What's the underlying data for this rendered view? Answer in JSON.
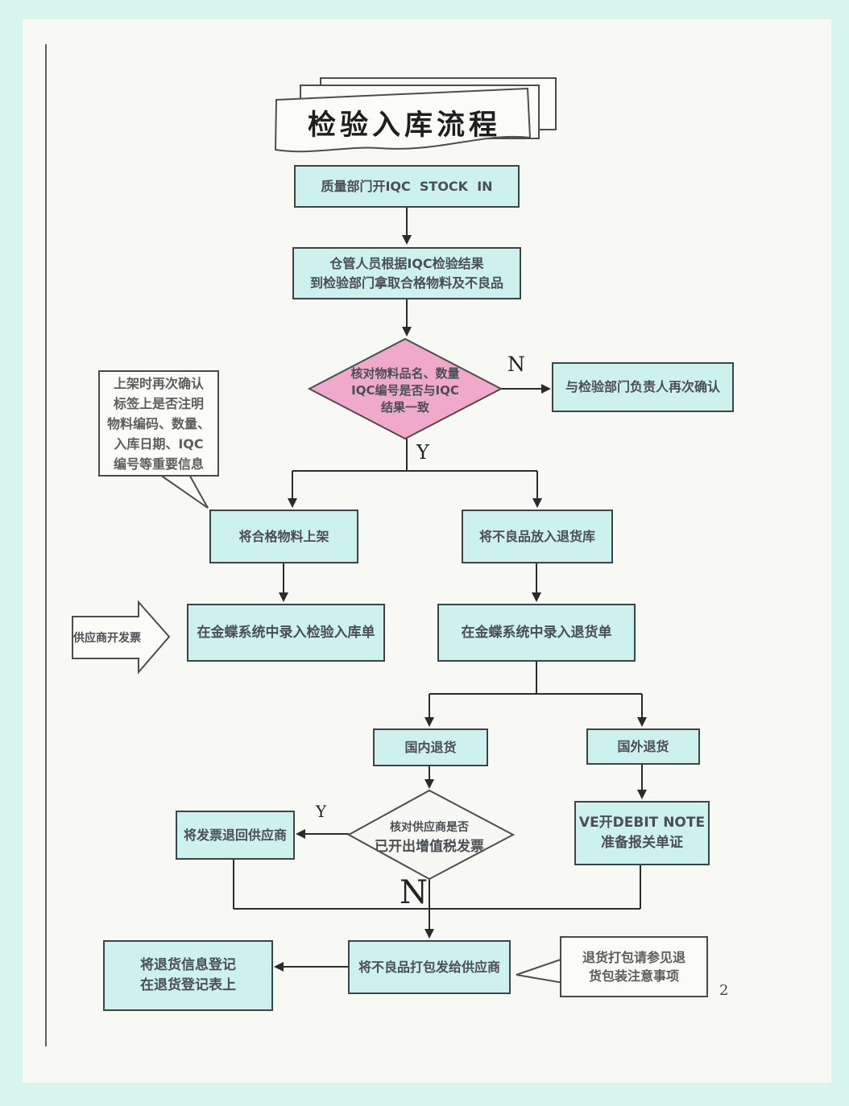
{
  "title": "检验入库流程",
  "page_number": "2",
  "colors": {
    "bg_mint": "#d8f6ed",
    "paper": "#f8f8f5",
    "box_fill": "#cdf1ed",
    "box_border": "#3d4449",
    "diamond_pink": "#f0a9ca",
    "line": "#2b2b2b"
  },
  "nodes": {
    "start": "质量部门开IQC  STOCK  IN",
    "fetch": {
      "line1": "仓管人员根据IQC检验结果",
      "line2": "到检验部门拿取合格物料及不良品"
    },
    "check1": {
      "line1": "核对物料品名、数量",
      "line2": "IQC编号是否与IQC",
      "line3": "结果一致"
    },
    "reconfirm": "与检验部门负责人再次确认",
    "note1": {
      "line1": "上架时再次确认",
      "line2": "标签上是否注明",
      "line3": "物料编码、数量、",
      "line4": "入库日期、IQC",
      "line5": "编号等重要信息"
    },
    "shelve": "将合格物料上架",
    "defect_store": "将不良品放入退货库",
    "supplier_invoice": "供应商开发票",
    "kingdee_in": "在金蝶系统中录入检验入库单",
    "kingdee_return": "在金蝶系统中录入退货单",
    "domestic": "国内退货",
    "foreign": "国外退货",
    "check2": {
      "line1": "核对供应商是否",
      "line2": "已开出增值税发票"
    },
    "return_invoice": "将发票退回供应商",
    "debit_note": {
      "line1": "VE开DEBIT NOTE",
      "line2": "准备报关单证"
    },
    "register": {
      "line1": "将退货信息登记",
      "line2": "在退货登记表上"
    },
    "pack": "将不良品打包发给供应商",
    "note2": {
      "line1": "退货打包请参见退",
      "line2": "货包装注意事项"
    }
  },
  "labels": {
    "n1": "N",
    "y1": "Y",
    "y2": "Y",
    "n2": "N"
  }
}
